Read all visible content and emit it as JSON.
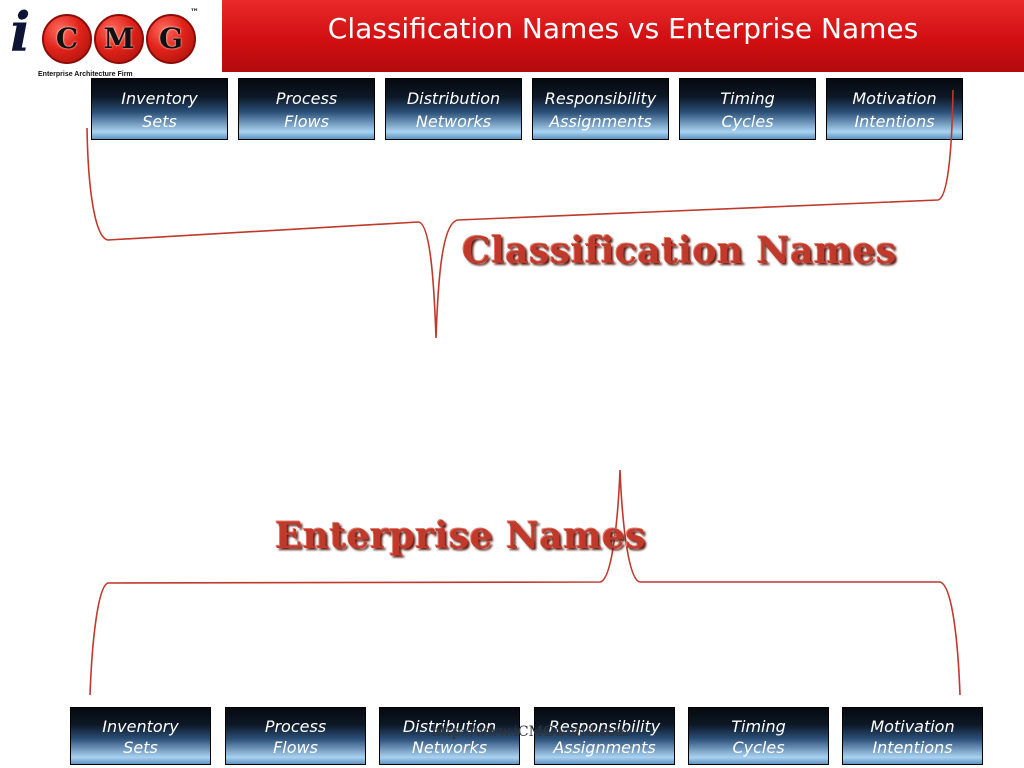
{
  "header": {
    "title": "Classification Names vs Enterprise Names",
    "background_color": "#d10f12"
  },
  "logo": {
    "letter_i": "i",
    "letters": [
      "C",
      "M",
      "G"
    ],
    "trademark": "™",
    "tagline": "Enterprise Architecture Firm"
  },
  "top_row": [
    {
      "line1": "Inventory",
      "line2": "Sets"
    },
    {
      "line1": "Process",
      "line2": "Flows"
    },
    {
      "line1": "Distribution",
      "line2": "Networks"
    },
    {
      "line1": "Responsibility",
      "line2": "Assignments"
    },
    {
      "line1": "Timing",
      "line2": "Cycles"
    },
    {
      "line1": "Motivation",
      "line2": "Intentions"
    }
  ],
  "bottom_row": [
    {
      "line1": "Inventory",
      "line2": "Sets"
    },
    {
      "line1": "Process",
      "line2": "Flows"
    },
    {
      "line1": "Distribution",
      "line2": "Networks"
    },
    {
      "line1": "Responsibility",
      "line2": "Assignments"
    },
    {
      "line1": "Timing",
      "line2": "Cycles"
    },
    {
      "line1": "Motivation",
      "line2": "Intentions"
    }
  ],
  "labels": {
    "classification": "Classification Names",
    "enterprise": "Enterprise Names"
  },
  "footer": {
    "url": "http://www.iCMGworld.com"
  },
  "colors": {
    "accent_red": "#c0392b",
    "brace_line": "#c0392b"
  }
}
